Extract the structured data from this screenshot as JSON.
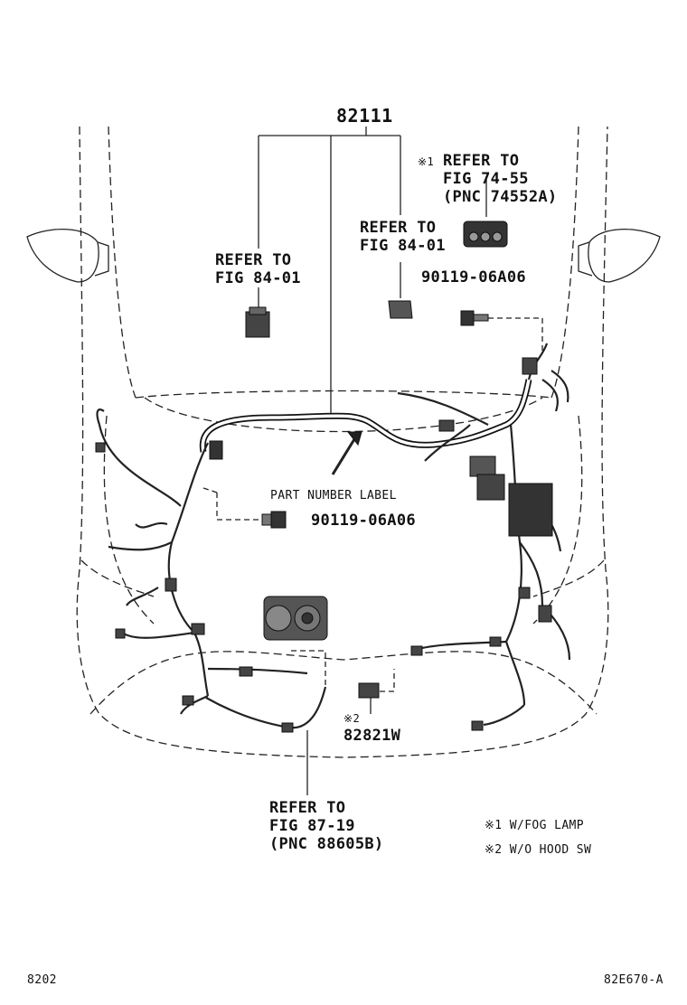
{
  "labels": {
    "main_part": "82111",
    "ref_left": [
      "REFER TO",
      "FIG 84-01"
    ],
    "ref_center": [
      "REFER TO",
      "FIG 84-01"
    ],
    "ref_fog_mark": "※1",
    "ref_fog": [
      "REFER TO",
      "FIG 74-55",
      "(PNC 74552A)"
    ],
    "bolt_top": "90119-06A06",
    "bolt_mid": "90119-06A06",
    "part_number_label": "PART NUMBER LABEL",
    "hood_sw_mark": "※2",
    "hood_sw_part": "82821W",
    "ref_bottom": [
      "REFER TO",
      "FIG 87-19",
      "(PNC 88605B)"
    ],
    "note1": "※1 W/FOG LAMP",
    "note2": "※2 W/O HOOD SW",
    "page_number": "8202",
    "figure_code": "82E670-A"
  }
}
